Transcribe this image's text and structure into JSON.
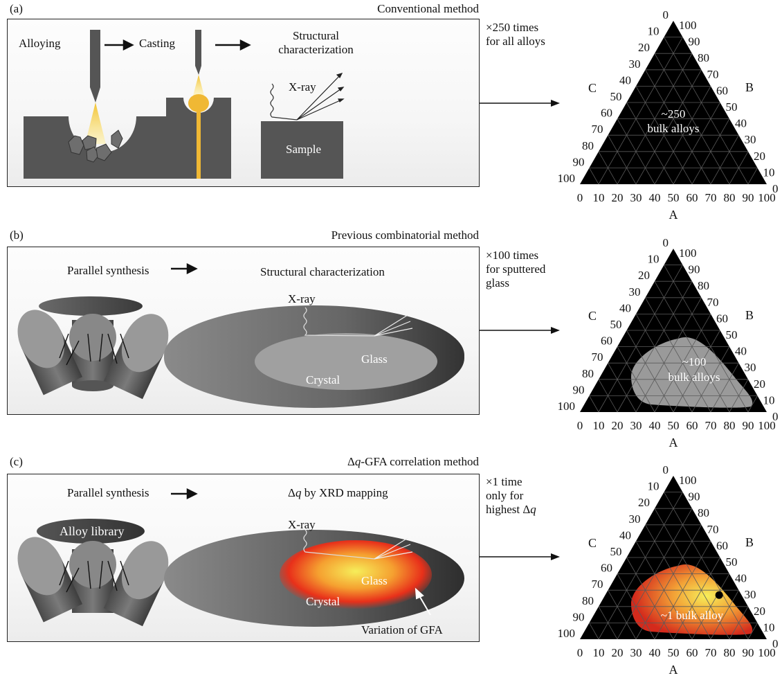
{
  "panels": [
    {
      "id": "a",
      "label": "(a)",
      "method_title": "Conventional method",
      "steps": [
        "Alloying",
        "Casting",
        "Structural characterization"
      ],
      "step3_line1": "Structural",
      "step3_line2": "characterization",
      "xray_label": "X-ray",
      "sample_label": "Sample",
      "note_line1": "×250 times",
      "note_line2": "for all alloys",
      "note_line3": "",
      "region_text_line1": "~250",
      "region_text_line2": "bulk alloys"
    },
    {
      "id": "b",
      "label": "(b)",
      "method_title": "Previous combinatorial method",
      "step1": "Parallel synthesis",
      "step2": "Structural characterization",
      "xray_label": "X-ray",
      "glass_label": "Glass",
      "crystal_label": "Crystal",
      "note_line1": "×100 times",
      "note_line2": "for sputtered",
      "note_line3": "glass",
      "region_text_line1": "~100",
      "region_text_line2": "bulk alloys"
    },
    {
      "id": "c",
      "label": "(c)",
      "method_title_delta": "Δ",
      "method_title_q": "q",
      "method_title_rest": "-GFA correlation method",
      "step1": "Parallel synthesis",
      "step2_delta": "Δ",
      "step2_q": "q",
      "step2_rest": " by XRD mapping",
      "library_label": "Alloy library",
      "xray_label": "X-ray",
      "glass_label": "Glass",
      "crystal_label": "Crystal",
      "gfa_label": "Variation of GFA",
      "note_line1": "×1 time",
      "note_line2": "only for",
      "note_line3_prefix": "highest Δ",
      "note_line3_q": "q",
      "region_text_line1": "~1 bulk alloy"
    }
  ],
  "ternary": {
    "axis_labels": {
      "A": "A",
      "B": "B",
      "C": "C"
    },
    "ticks": [
      "0",
      "10",
      "20",
      "30",
      "40",
      "50",
      "60",
      "70",
      "80",
      "90",
      "100"
    ],
    "colors": {
      "triangle": "#000000",
      "grid": "#5a5a5a",
      "region_b": "#9a9a9a",
      "region_c_outer": "#d42a1c",
      "region_c_inner": "#f6ee5a",
      "optimum_dot": "#000000"
    }
  },
  "chart_data": [
    {
      "type": "ternary",
      "panel": "a",
      "axes": [
        "A",
        "B",
        "C"
      ],
      "range": [
        0,
        100
      ],
      "grid_step": 10,
      "highlight": "entire composition space",
      "annotation": "~250 bulk alloys"
    },
    {
      "type": "ternary",
      "panel": "b",
      "axes": [
        "A",
        "B",
        "C"
      ],
      "range": [
        0,
        100
      ],
      "grid_step": 10,
      "highlight": "glass-forming region (gray)",
      "annotation": "~100 bulk alloys"
    },
    {
      "type": "ternary",
      "panel": "c",
      "axes": [
        "A",
        "B",
        "C"
      ],
      "range": [
        0,
        100
      ],
      "grid_step": 10,
      "highlight": "glass-forming region colored by Δq (red→yellow)",
      "optimum_point": {
        "A": 61,
        "B": 27,
        "C": 12
      },
      "annotation": "~1 bulk alloy"
    }
  ]
}
